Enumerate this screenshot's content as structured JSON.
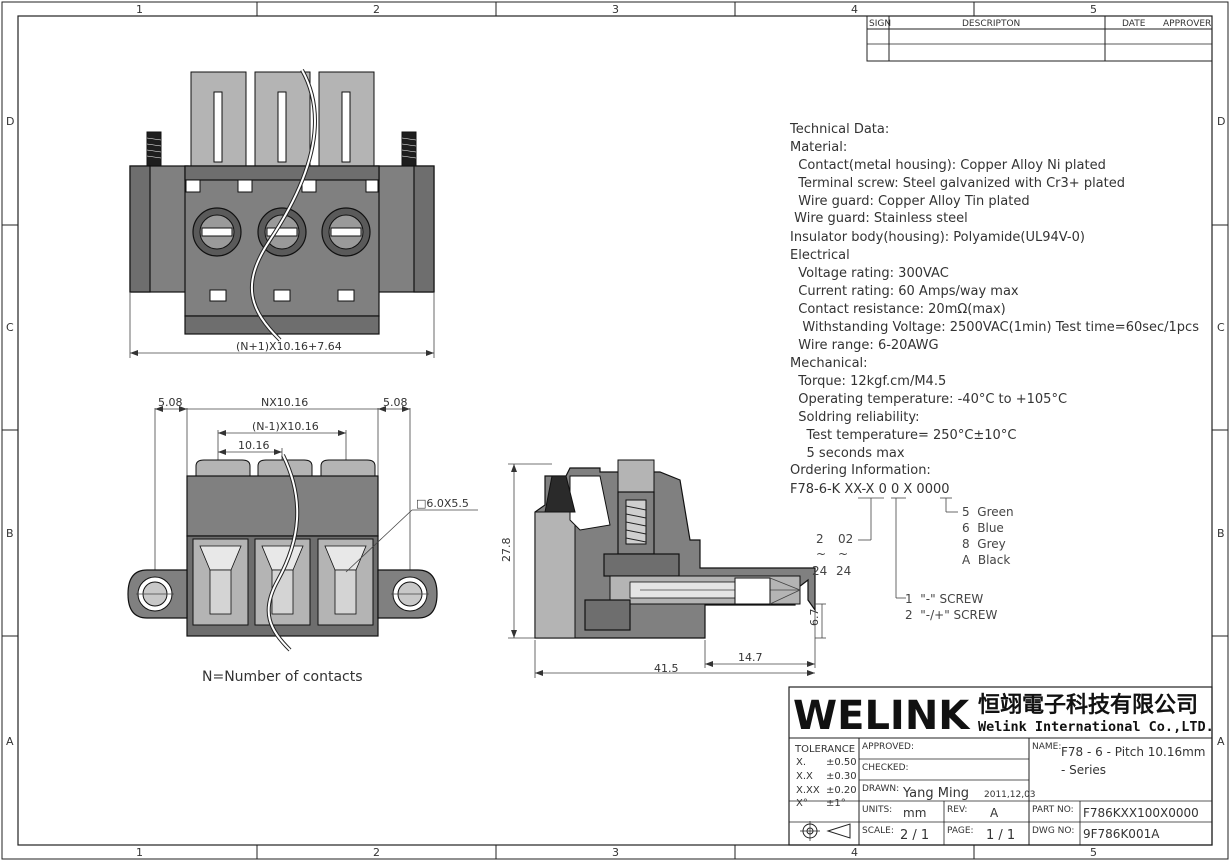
{
  "border": {
    "cols": [
      "1",
      "2",
      "3",
      "4",
      "5"
    ],
    "rows": [
      "D",
      "C",
      "B",
      "A"
    ]
  },
  "revision": {
    "sign": "SIGN",
    "description": "DESCRIPTON",
    "date": "DATE",
    "approver": "APPROVER"
  },
  "tech": [
    "Technical Data:",
    "Material:",
    "  Contact(metal housing): Copper Alloy Ni plated",
    "  Terminal screw: Steel galvanized with Cr3+ plated",
    "  Wire guard: Copper Alloy Tin plated",
    " Wire guard: Stainless steel",
    "Insulator body(housing): Polyamide(UL94V-0)",
    "Electrical",
    "  Voltage rating: 300VAC",
    "  Current rating: 60 Amps/way max",
    "  Contact resistance: 20mΩ(max)",
    "   Withstanding Voltage: 2500VAC(1min) Test time=60sec/1pcs",
    "  Wire range: 6-20AWG",
    "Mechanical:",
    "  Torque: 12kgf.cm/M4.5",
    "  Operating temperature: -40°C to +105°C",
    "  Soldring reliability:",
    "    Test temperature= 250°C±10°C",
    "    5 seconds max",
    "Ordering Information:"
  ],
  "ordering": {
    "code": "F78-6-K XX-X 0 0 X 0000",
    "pin_a": "2",
    "pin_b": "02",
    "tilde": "~",
    "pin_c": "24",
    "pin_d": "24",
    "colors": [
      "5  Green",
      "6  Blue",
      "8  Grey",
      "A  Black"
    ],
    "screws": [
      "1  \"-\" SCREW",
      "2  \"-/+\" SCREW"
    ]
  },
  "dims": {
    "top_total": "(N+1)X10.16+7.64",
    "left_508": "5.08",
    "nx": "NX10.16",
    "right_508": "5.08",
    "n_minus_1": "(N-1)X10.16",
    "pitch": "10.16",
    "square": "□6.0X5.5",
    "height": "27.8",
    "dim67": "6.7",
    "dim147": "14.7",
    "dim415": "41.5"
  },
  "note": "N=Number of contacts",
  "title_block": {
    "logo": "WELINK",
    "company_cn": "恒翊電子科技有限公司",
    "company_en": "Welink International Co.,LTD.",
    "tolerance": "TOLERANCE",
    "tol_rows": [
      [
        "X.",
        "±0.50"
      ],
      [
        "X.X",
        "±0.30"
      ],
      [
        "X.XX",
        "±0.20"
      ],
      [
        "X°",
        "±1°"
      ]
    ],
    "approved": "APPROVED:",
    "checked": "CHECKED:",
    "drawn_label": "DRAWN:",
    "drawn_by": "Yang Ming",
    "drawn_date": "2011,12,03",
    "units_label": "UNITS:",
    "units": "mm",
    "rev_label": "REV:",
    "rev": "A",
    "scale_label": "SCALE:",
    "scale": "2 / 1",
    "page_label": "PAGE:",
    "page": "1 / 1",
    "name_label": "NAME:",
    "name_line1": "F78 - 6 - Pitch 10.16mm",
    "name_line2": "- Series",
    "part_label": "PART NO:",
    "part_no": "F786KXX100X0000",
    "dwg_label": "DWG NO:",
    "dwg_no": "9F786K001A"
  }
}
